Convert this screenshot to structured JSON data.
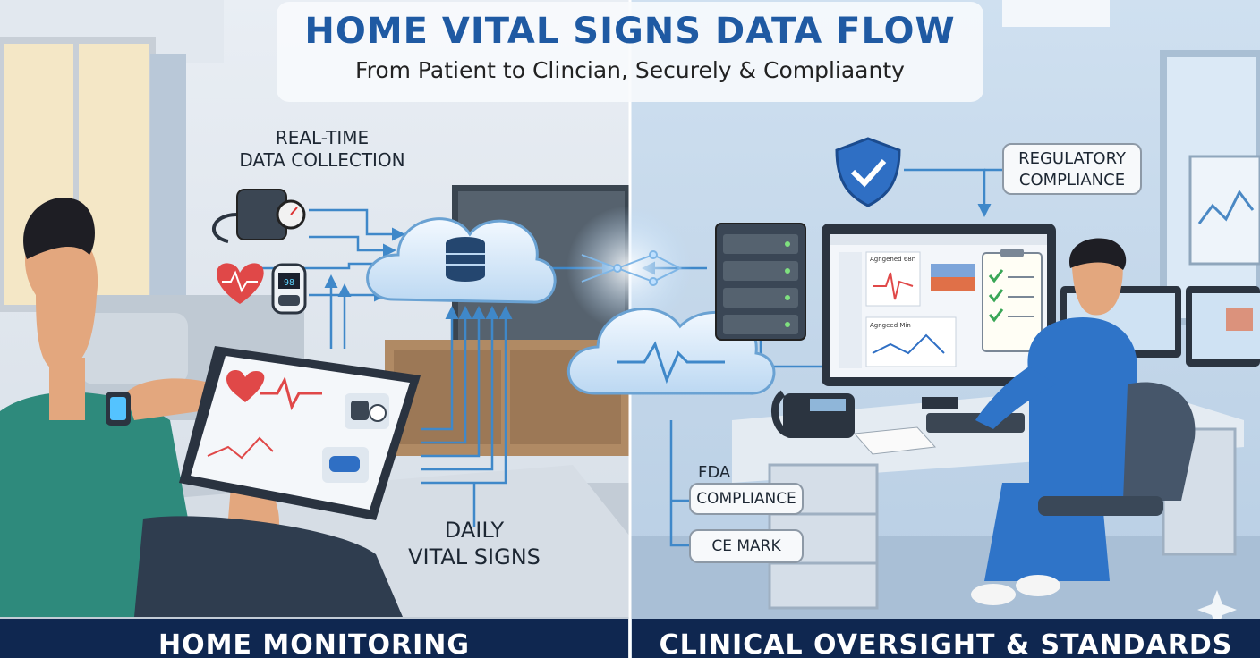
{
  "header": {
    "title": "HOME VITAL SIGNS DATA FLOW",
    "subtitle": "From Patient to Clincian, Securely & Compliaanty"
  },
  "home_side": {
    "collection_label_line1": "REAL-TIME",
    "collection_label_line2": "DATA COLLECTION",
    "daily_label_line1": "DAILY",
    "daily_label_line2": "VITAL SIGNS",
    "banner": "HOME MONITORING"
  },
  "clinic_side": {
    "regulatory_line1": "REGULATORY",
    "regulatory_line2": "COMPLIANCE",
    "fda_line1": "FDA",
    "fda_line2": "COMPLIANCE",
    "ce_mark": "CE MARK",
    "monitor_panel1": "Agngened 68n",
    "monitor_panel2": "Agngeed Min",
    "banner": "CLINICAL OVERSIGHT & STANDARDS"
  },
  "colors": {
    "title_blue": "#1f5aa3",
    "banner_navy": "#0f2750",
    "flow_blue": "#3f88c9",
    "shield_blue": "#2f6fc4",
    "heart_red": "#e04848",
    "check_green": "#3aa657"
  },
  "icons": [
    "blood-pressure-cuff-icon",
    "heart-rate-icon",
    "pulse-oximeter-icon",
    "cloud-database-icon",
    "cloud-heartbeat-icon",
    "server-rack-icon",
    "shield-check-icon",
    "clipboard-checklist-icon",
    "smartwatch-icon",
    "tablet-icon",
    "desk-phone-icon"
  ]
}
